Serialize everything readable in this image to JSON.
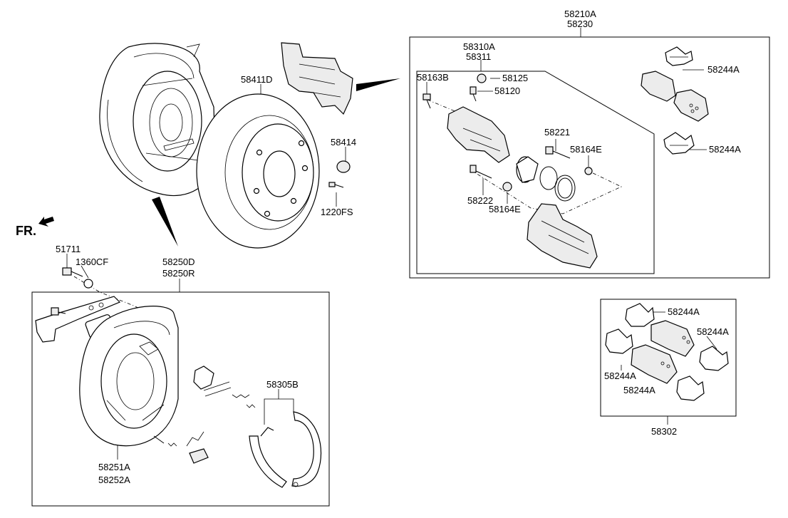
{
  "labels": {
    "p58210A": "58210A",
    "p58230": "58230",
    "p58310A": "58310A",
    "p58311": "58311",
    "p58163B": "58163B",
    "p58125": "58125",
    "p58120": "58120",
    "p58244A_1": "58244A",
    "p58244A_2": "58244A",
    "p58221": "58221",
    "p58164E_1": "58164E",
    "p58222": "58222",
    "p58164E_2": "58164E",
    "p58411D": "58411D",
    "p58414": "58414",
    "p1220FS": "1220FS",
    "fr": "FR.",
    "p51711": "51711",
    "p1360CF": "1360CF",
    "p58250D": "58250D",
    "p58250R": "58250R",
    "p58305B": "58305B",
    "p58251A": "58251A",
    "p58252A": "58252A",
    "p58244A_3": "58244A",
    "p58244A_4": "58244A",
    "p58244A_5": "58244A",
    "p58244A_6": "58244A",
    "p58302": "58302"
  }
}
